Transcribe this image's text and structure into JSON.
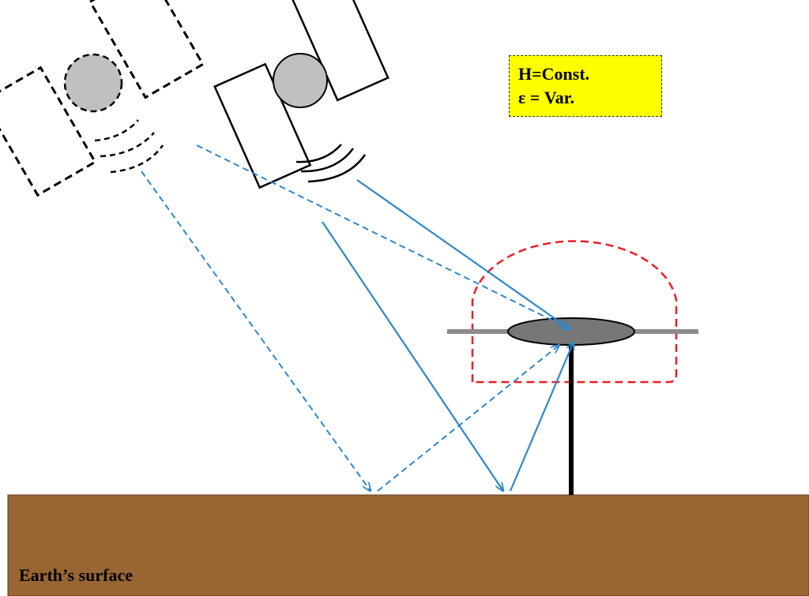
{
  "legend": {
    "line1": "H=Const.",
    "line2": "ε = Var."
  },
  "ground": {
    "label": "Earth’s surface"
  },
  "colors": {
    "ground": "#996633",
    "ray": "#2e86c8",
    "antenna_pattern": "#ee1c25",
    "satellite_body": "#c0c0c0",
    "legend_bg": "#ffff00",
    "antenna_disc": "#777777",
    "antenna_arm": "#8c8c8c"
  },
  "icons": {
    "satellite_past": "satellite-icon",
    "satellite_current": "satellite-icon",
    "antenna": "antenna-icon"
  }
}
